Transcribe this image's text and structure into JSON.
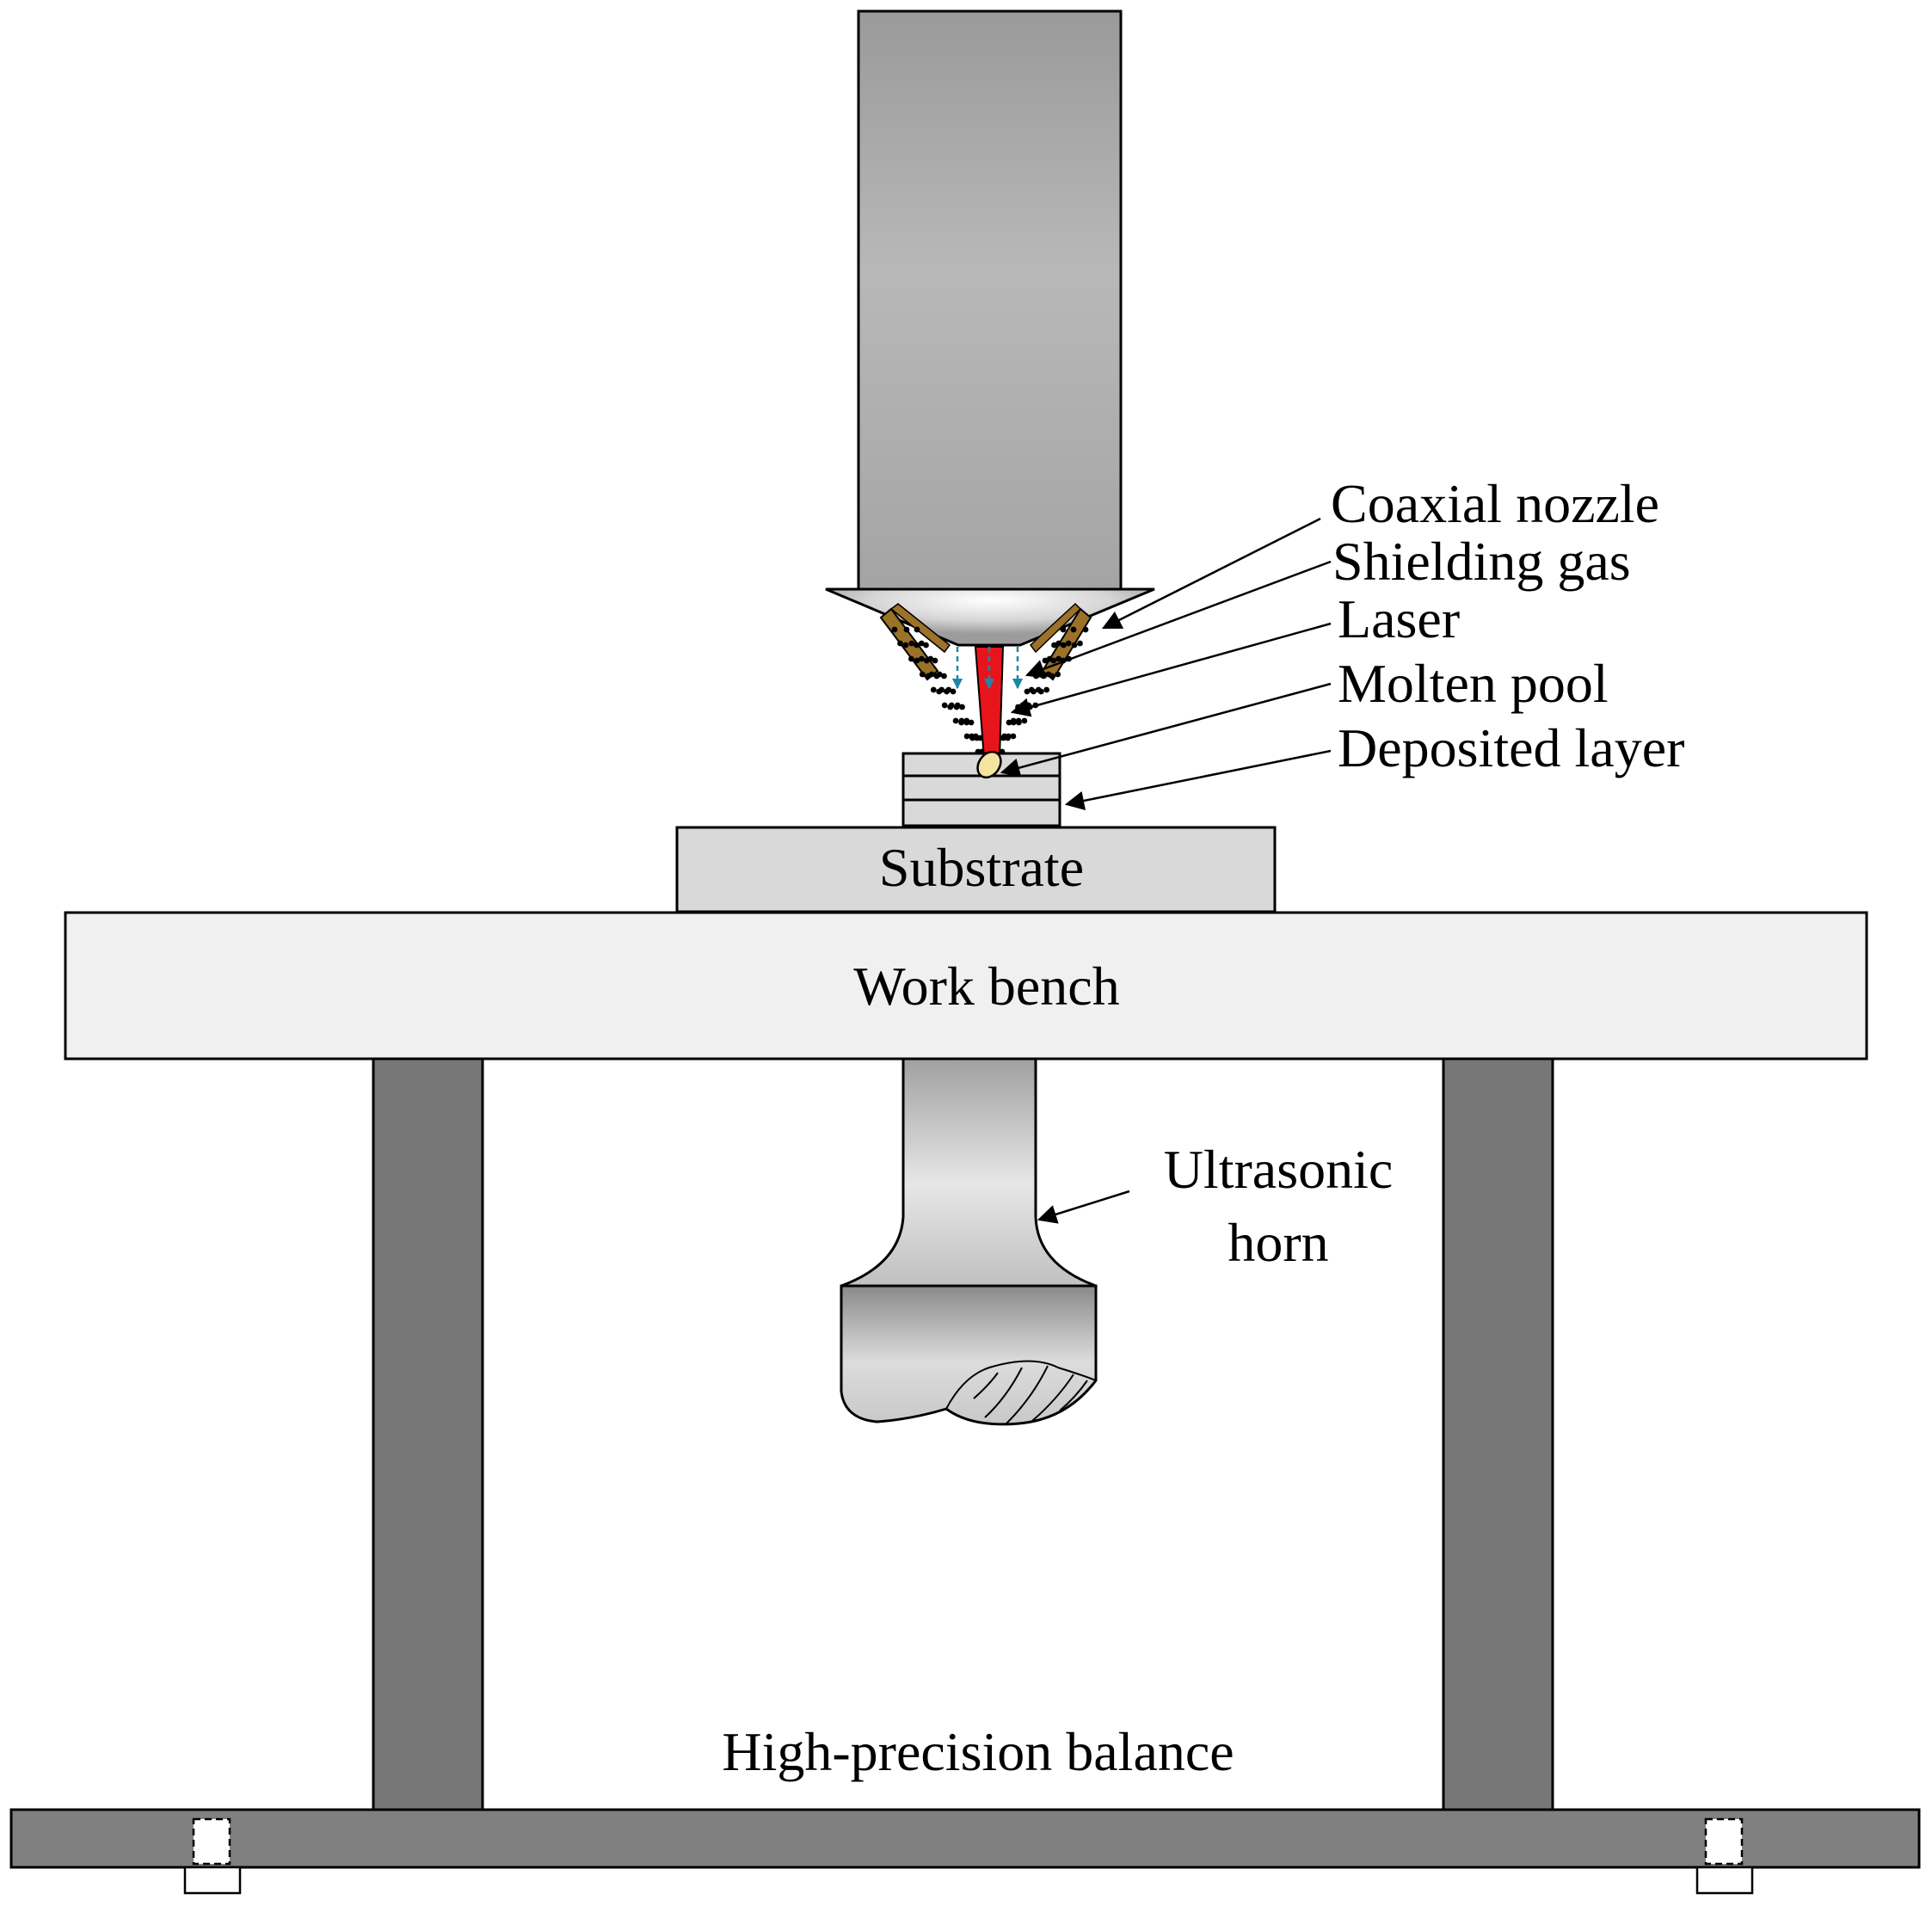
{
  "labels": {
    "coaxial_nozzle": "Coaxial nozzle",
    "shielding_gas": "Shielding gas",
    "laser": "Laser",
    "molten_pool": "Molten pool",
    "deposited_layer": "Deposited layer",
    "substrate": "Substrate",
    "work_bench": "Work bench",
    "ultrasonic_horn_line1": "Ultrasonic",
    "ultrasonic_horn_line2": "horn",
    "balance": "High-precision balance"
  },
  "colors": {
    "laser_head": "#a9a9a9",
    "laser_beam": "#e8141b",
    "nozzle_wall": "#9b7228",
    "gas_arrow": "#1b87a8",
    "molten_pool": "#f3e4a0",
    "substrate": "#d9d9d9",
    "work_bench": "#f0f0f0",
    "legs": "#777777",
    "base_plate": "#808080",
    "horn": "#bdbdbd"
  }
}
